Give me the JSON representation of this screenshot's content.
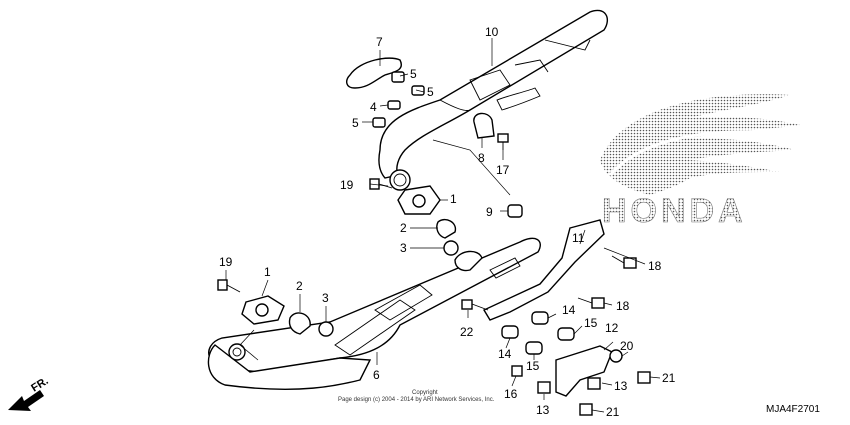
{
  "brand": {
    "wordmark": "HONDA",
    "wing_icon": "honda-wing-icon"
  },
  "callouts": {
    "c1a": "1",
    "c1b": "1",
    "c2a": "2",
    "c2b": "2",
    "c3a": "3",
    "c3b": "3",
    "c4": "4",
    "c5a": "5",
    "c5b": "5",
    "c5c": "5",
    "c6": "6",
    "c7": "7",
    "c8": "8",
    "c9": "9",
    "c10": "10",
    "c11": "11",
    "c12": "12",
    "c13a": "13",
    "c13b": "13",
    "c14a": "14",
    "c14b": "14",
    "c15a": "15",
    "c15b": "15",
    "c16": "16",
    "c17": "17",
    "c18a": "18",
    "c18b": "18",
    "c19a": "19",
    "c19b": "19",
    "c20": "20",
    "c21a": "21",
    "c21b": "21",
    "c22": "22"
  },
  "footer": {
    "copyright_title": "Copyright",
    "copyright_text": "Page design (c) 2004 - 2014 by ARI Network Services, Inc.",
    "diagram_code": "MJA4F2701"
  },
  "direction": {
    "label": "FR."
  }
}
